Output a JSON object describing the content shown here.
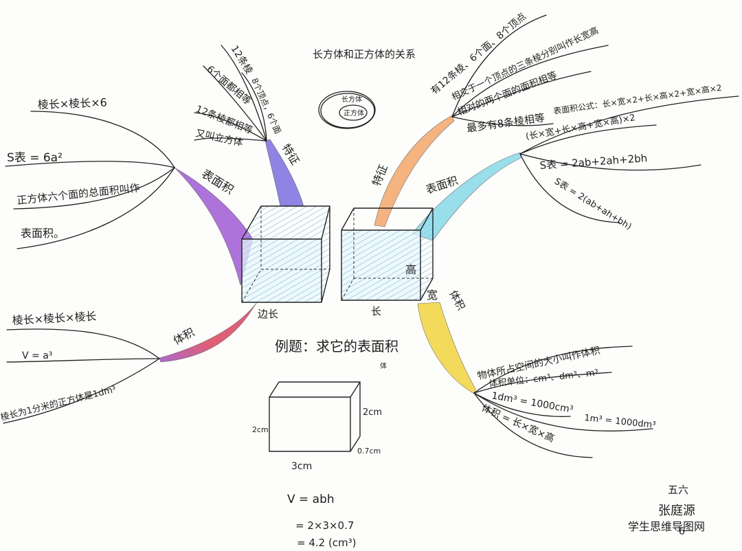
{
  "title": "长方体和正方体的关系",
  "center": {
    "outer": "长方体",
    "inner": "正方体"
  },
  "colors": {
    "cube_features": "#7c6fe0",
    "cube_surface_area": "#a15ad6",
    "cube_volume_start": "#d9445f",
    "cube_volume_end": "#a04fc6",
    "cuboid_features": "#f3a76a",
    "cuboid_surface_area": "#88d9e9",
    "cuboid_volume": "#f2d43e",
    "hatch": "#8cc8e8",
    "face": "#eaf5fb",
    "watermark": "#9a9a9a"
  },
  "cube": {
    "edge_label": "边长",
    "features": {
      "label": "特征",
      "items": [
        "12条棱",
        "8个顶点，6个面",
        "6个面都相等",
        "12条棱都相等",
        "又叫立方体"
      ]
    },
    "surface_area": {
      "label": "表面积",
      "items": [
        "棱长×棱长×6",
        "S表 = 6a²",
        "正方体六个面的总面积叫作",
        "表面积。"
      ]
    },
    "volume": {
      "label": "体积",
      "items": [
        "棱长×棱长×棱长",
        "V = a³",
        "棱长为1分米的正方体是1dm³"
      ]
    }
  },
  "cuboid": {
    "edge_labels": {
      "length": "长",
      "width": "宽",
      "height": "高"
    },
    "features": {
      "label": "特征",
      "items": [
        "有12条棱、6个面、8个顶点",
        "相交于一个顶点的三条棱分别叫作长宽高",
        "相对的两个面的面积相等",
        "最多有8条棱相等"
      ]
    },
    "surface_area": {
      "label": "表面积",
      "items": [
        "表面积公式：长×宽×2+长×高×2+宽×高×2",
        "(长×宽+长×高+宽×高)×2",
        "S表 = 2ab+2ah+2bh",
        "S表 = 2(ab+ah+bh)"
      ]
    },
    "volume": {
      "label": "体积",
      "items": [
        "物体所占空间的大小叫作体积",
        "体积单位：cm³、dm³、m³",
        "1dm³ = 1000cm³",
        "1m³ = 1000dm³",
        "体积 = 长×宽×高"
      ]
    }
  },
  "example": {
    "question": "例题：求它的表面积",
    "correction": "体",
    "dimensions": {
      "height_right": "2cm",
      "height_left": "2cm",
      "width": "0.7cm",
      "length": "3cm"
    },
    "solution": [
      "V = abh",
      "= 2×3×0.7",
      "= 4.2 (cm³)"
    ]
  },
  "author": {
    "class": "五六",
    "name": "张庭源",
    "page": "6"
  },
  "watermark": "学生思维导图网"
}
